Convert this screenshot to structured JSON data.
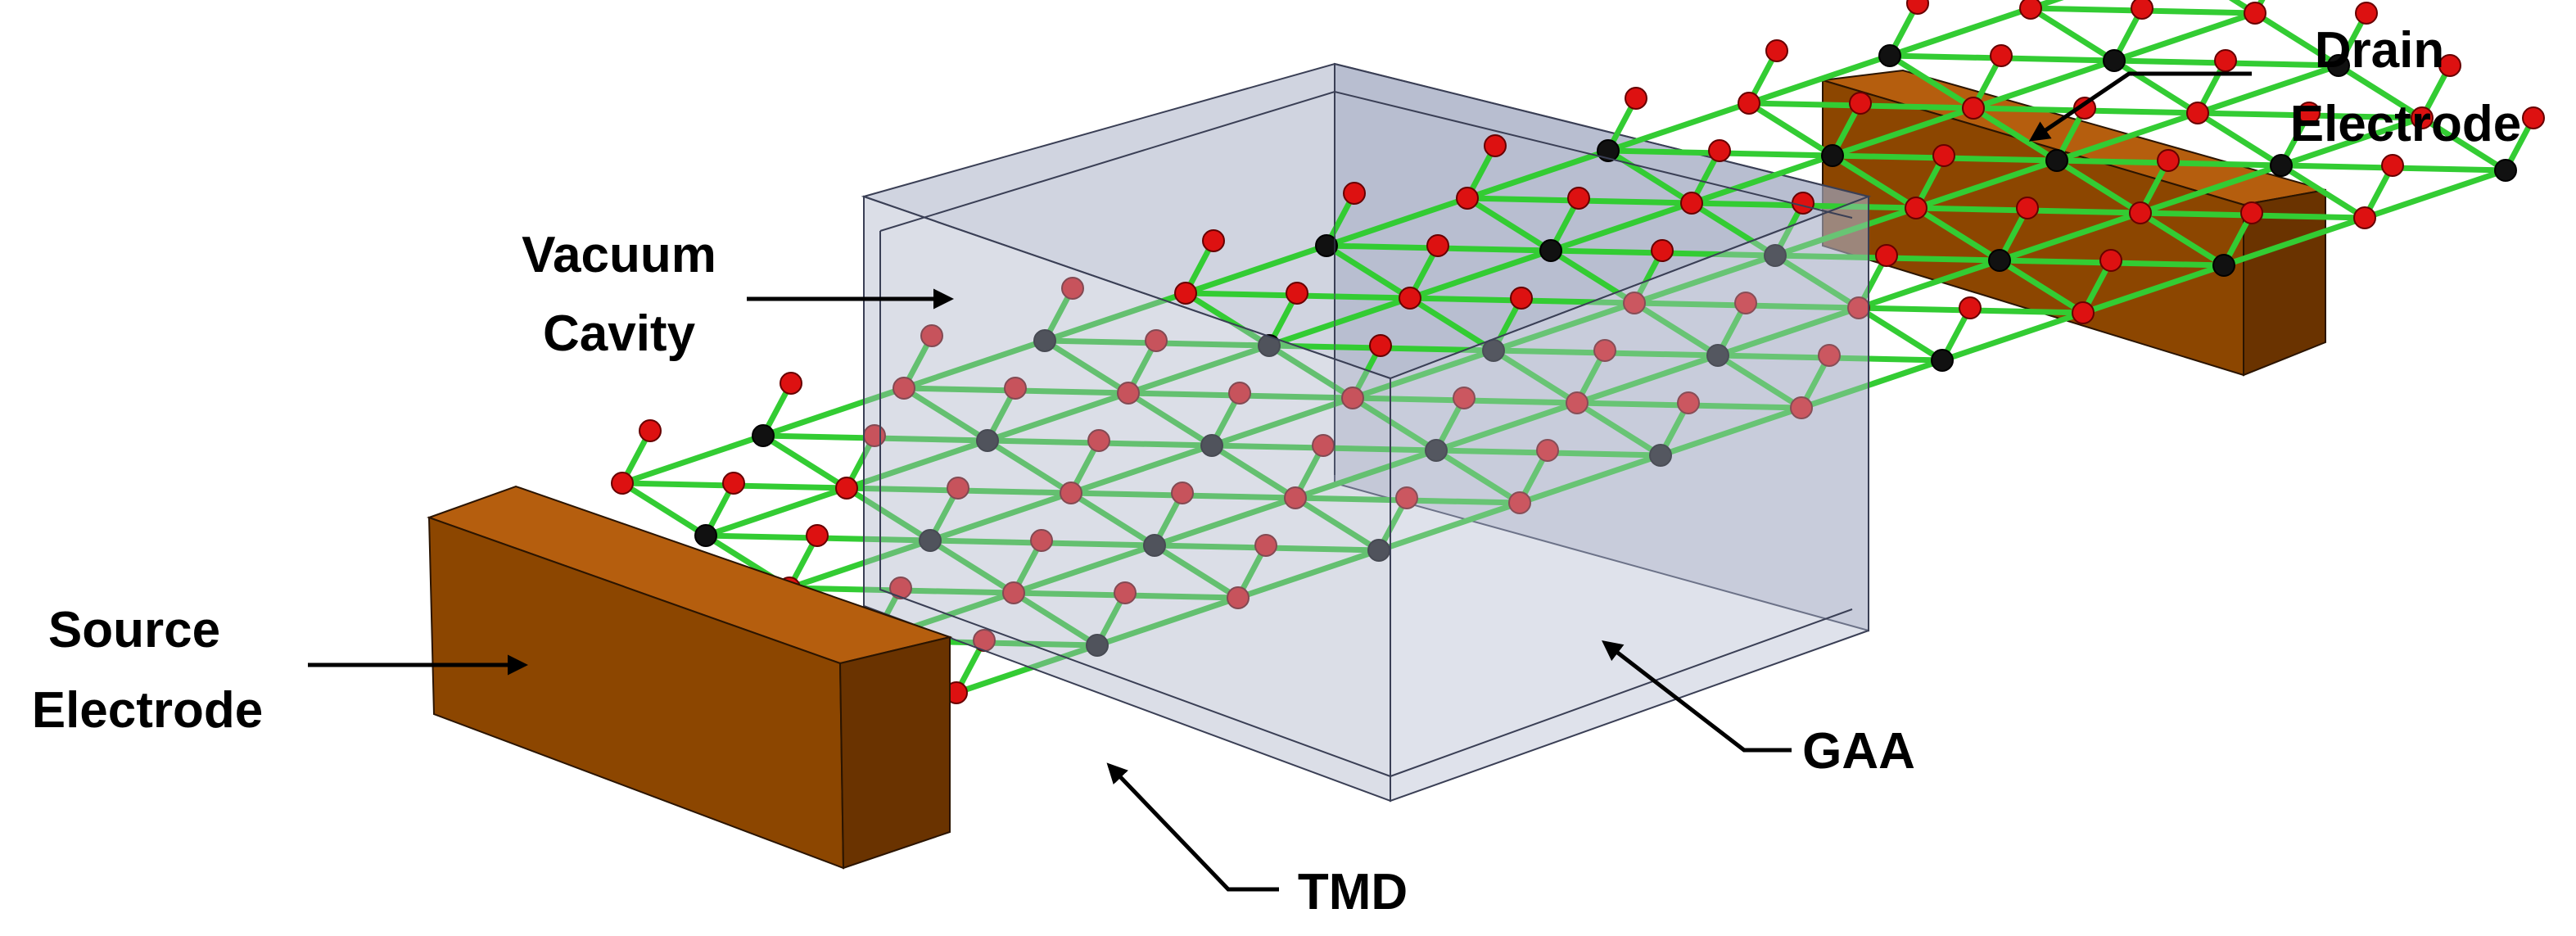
{
  "labels": {
    "drain": [
      "Drain",
      "Electrode"
    ],
    "vacuum": [
      "Vacuum",
      "Cavity"
    ],
    "source": [
      "Source",
      "Electrode"
    ],
    "gaa": "GAA",
    "tmd": "TMD"
  },
  "colors": {
    "electrode_front": "#8c4600",
    "electrode_top": "#b55e0e",
    "electrode_side": "#6a3300",
    "cavity_fill": "#9ea6bd",
    "bond": "#33cc33",
    "bond_dark": "#1f8f1f",
    "atom_metal": "#dd1111",
    "atom_chalcogen": "#111111"
  }
}
